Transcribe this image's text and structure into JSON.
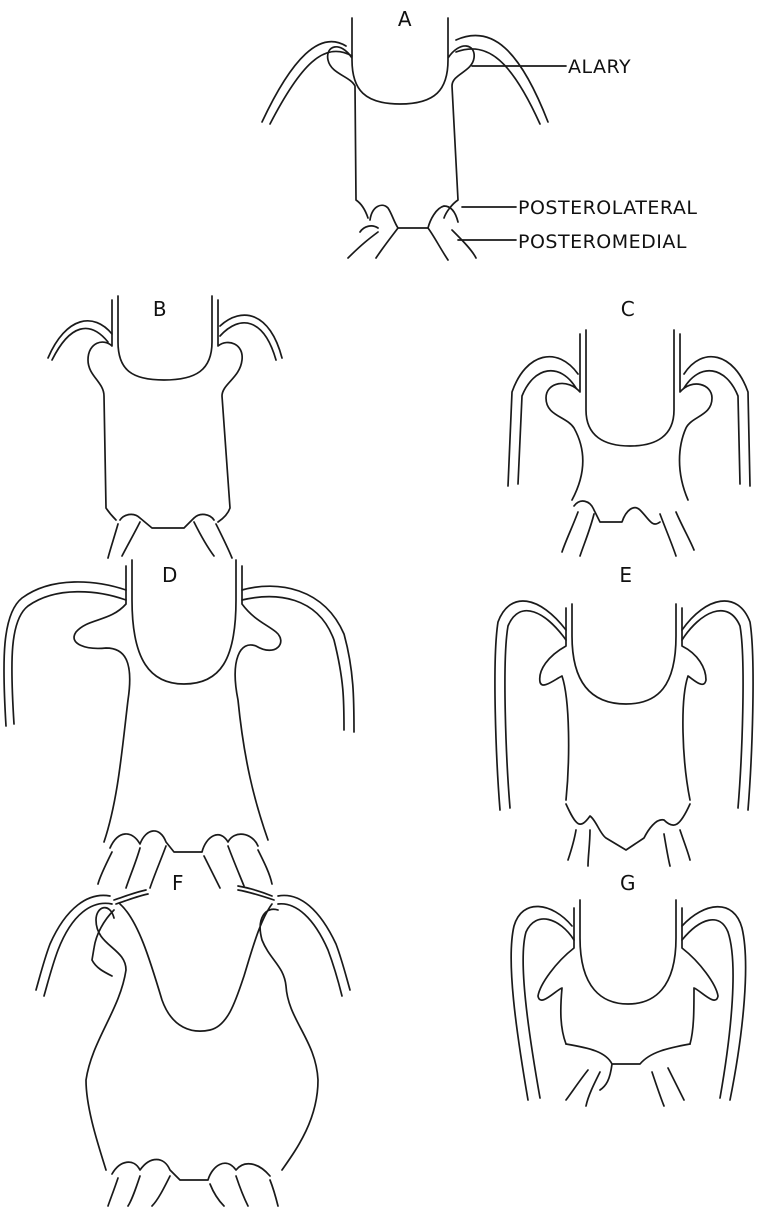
{
  "panels": [
    {
      "letter": "A"
    },
    {
      "letter": "B"
    },
    {
      "letter": "C"
    },
    {
      "letter": "D"
    },
    {
      "letter": "E"
    },
    {
      "letter": "F"
    },
    {
      "letter": "G"
    }
  ],
  "callouts": {
    "alary": "ALARY",
    "posterolateral": "POSTEROLATERAL",
    "posteromedial": "POSTEROMEDIAL"
  },
  "colors": {
    "ink": "#1a1a1a",
    "background": "#ffffff"
  }
}
